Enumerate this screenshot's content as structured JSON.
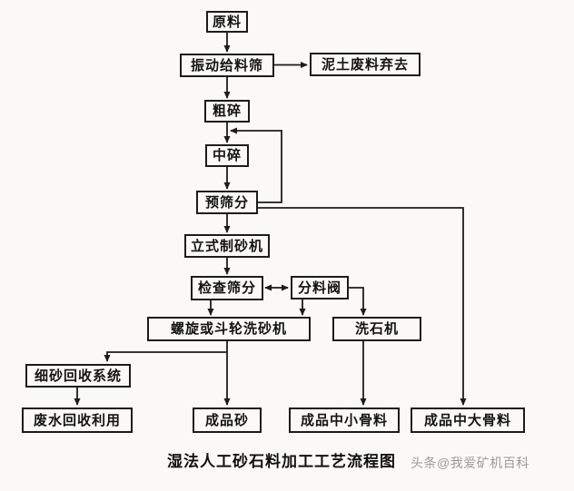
{
  "title": "湿法人工砂石料加工工艺流程图",
  "watermark": "头条@我爱矿机百科",
  "colors": {
    "line": "#1c1c1c",
    "box_border": "#1c1c1c",
    "text": "#141414",
    "background": "#faf9f7",
    "watermark_text": "#9b9b9b"
  },
  "nodes": {
    "raw_material": "原料",
    "vibrating_feeder": "振动给料筛",
    "soil_waste": "泥土废料弃去",
    "coarse_crushing": "粗碎",
    "medium_crushing": "中碎",
    "pre_screening": "预筛分",
    "vertical_sand_maker": "立式制砂机",
    "check_screening": "检查筛分",
    "splitter_valve": "分料阀",
    "sand_washer": "螺旋或斗轮洗砂机",
    "stone_washer": "洗石机",
    "fine_sand_recovery": "细砂回收系统",
    "wastewater_recycle": "废水回收利用",
    "finished_sand": "成品砂",
    "finished_small_aggregate": "成品中小骨料",
    "finished_large_aggregate": "成品中大骨料"
  },
  "edges": [
    {
      "from": "raw_material",
      "to": "vibrating_feeder"
    },
    {
      "from": "vibrating_feeder",
      "to": "soil_waste"
    },
    {
      "from": "vibrating_feeder",
      "to": "coarse_crushing"
    },
    {
      "from": "coarse_crushing",
      "to": "medium_crushing"
    },
    {
      "from": "medium_crushing",
      "to": "pre_screening"
    },
    {
      "from": "pre_screening",
      "to": "medium_crushing",
      "note": "oversize return loop"
    },
    {
      "from": "pre_screening",
      "to": "vertical_sand_maker"
    },
    {
      "from": "pre_screening",
      "to": "finished_large_aggregate"
    },
    {
      "from": "vertical_sand_maker",
      "to": "check_screening"
    },
    {
      "from": "check_screening",
      "to": "splitter_valve",
      "bidirectional": true
    },
    {
      "from": "check_screening",
      "to": "sand_washer"
    },
    {
      "from": "splitter_valve",
      "to": "sand_washer"
    },
    {
      "from": "splitter_valve",
      "to": "stone_washer"
    },
    {
      "from": "sand_washer",
      "to": "finished_sand"
    },
    {
      "from": "sand_washer",
      "to": "fine_sand_recovery"
    },
    {
      "from": "fine_sand_recovery",
      "to": "wastewater_recycle"
    },
    {
      "from": "stone_washer",
      "to": "finished_small_aggregate"
    }
  ]
}
